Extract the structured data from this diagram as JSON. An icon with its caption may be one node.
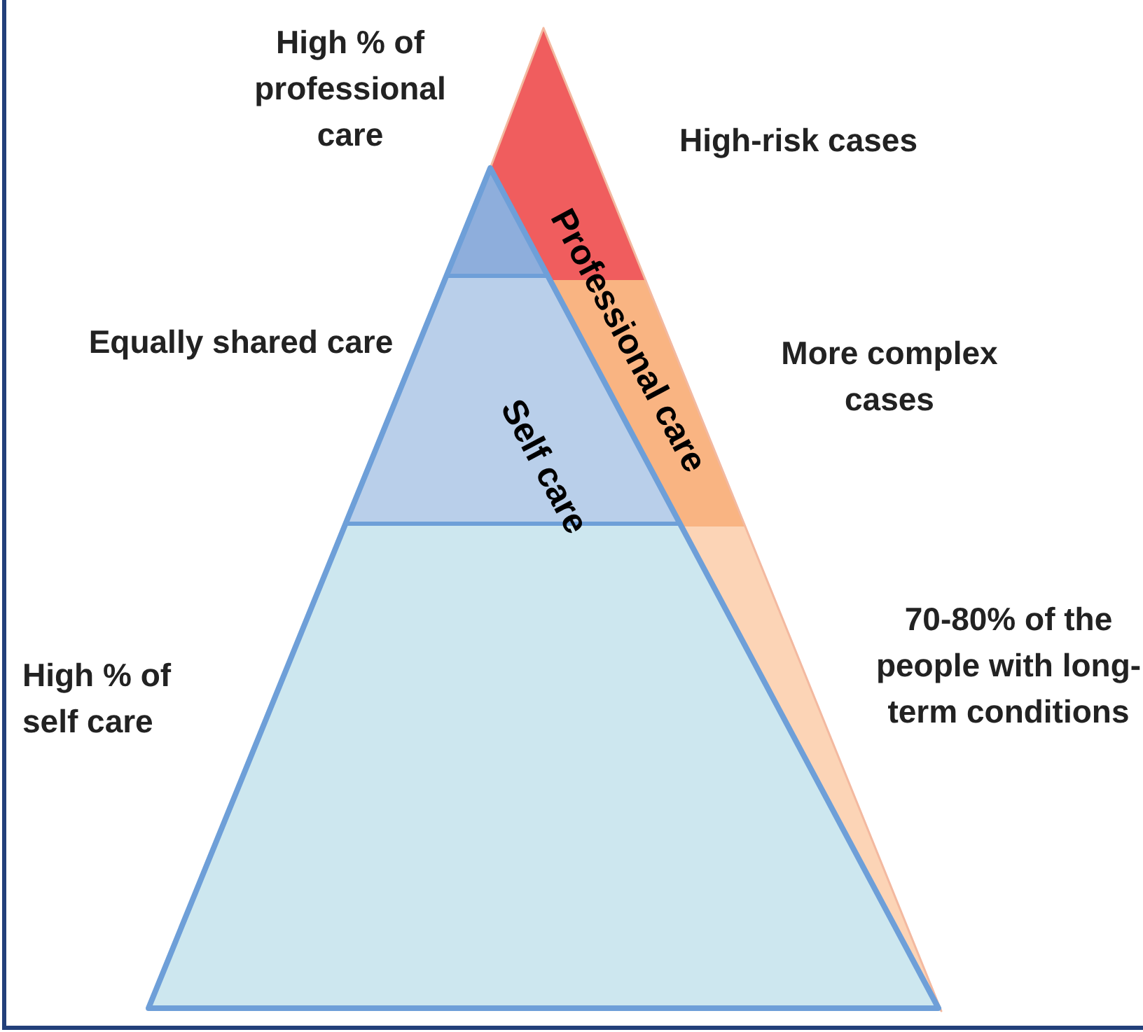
{
  "diagram": {
    "nodes": [
      {
        "text": [
          "Professional care"
        ]
      },
      {
        "text": [
          "Self care"
        ]
      }
    ],
    "labels": [
      "High % of professional care",
      "High-risk cases",
      "Equally shared care",
      "More complex cases",
      "High % of self care",
      "70-80% of the people with long-term conditions"
    ]
  }
}
